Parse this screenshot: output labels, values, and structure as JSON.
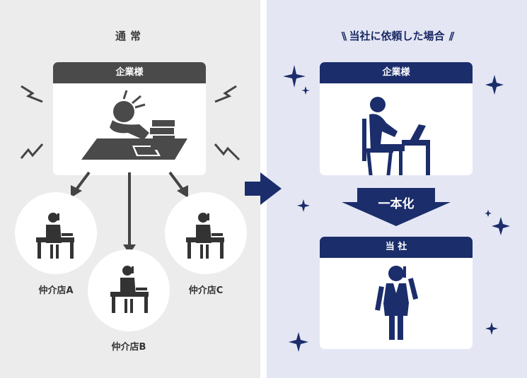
{
  "left": {
    "title": "通常",
    "company_label": "企業様",
    "agencies": [
      "仲介店A",
      "仲介店B",
      "仲介店C"
    ]
  },
  "right": {
    "title": "当社に依頼した場合",
    "company_label": "企業様",
    "unify_label": "一本化",
    "our_company_label": "当 社"
  },
  "colors": {
    "left_bg": "#ececec",
    "right_bg": "#e4e7f3",
    "navy": "#1b2d6b",
    "dark_gray": "#4a4a4a"
  }
}
